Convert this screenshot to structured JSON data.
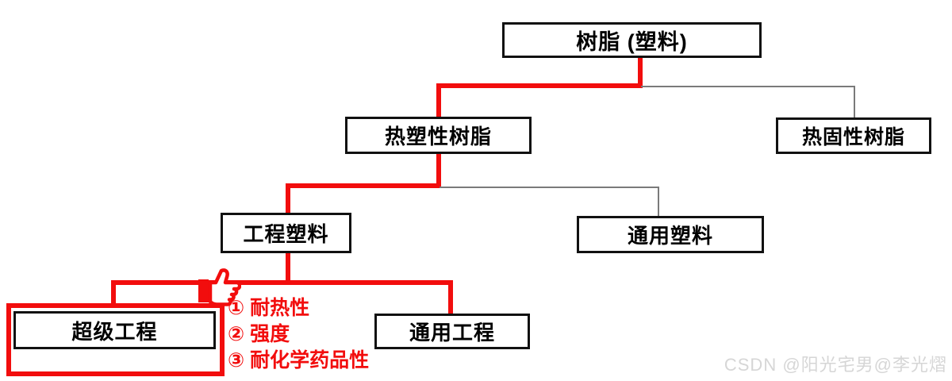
{
  "diagram": {
    "title": "resin-plastics-classification-tree",
    "nodes": {
      "root": {
        "label": "树脂 (塑料)"
      },
      "thermoplastic": {
        "label": "热塑性树脂"
      },
      "thermoset": {
        "label": "热固性树脂"
      },
      "engineering_plastics": {
        "label": "工程塑料"
      },
      "general_plastics": {
        "label": "通用塑料"
      },
      "super_engineering": {
        "label": "超级工程"
      },
      "general_engineering": {
        "label": "通用工程"
      }
    },
    "annotations": {
      "items": [
        "① 耐热性",
        "② 强度",
        "③ 耐化学药品性"
      ]
    },
    "icons": {
      "thumbs_up": "thumbs-up-icon"
    },
    "colors": {
      "highlight_red": "#f20d0d",
      "line_gray": "#7a7a7a",
      "box_border_black": "#111111",
      "watermark_gray": "#d6d6d6"
    }
  },
  "watermark": {
    "text": "CSDN @阳光宅男@李光熠"
  }
}
